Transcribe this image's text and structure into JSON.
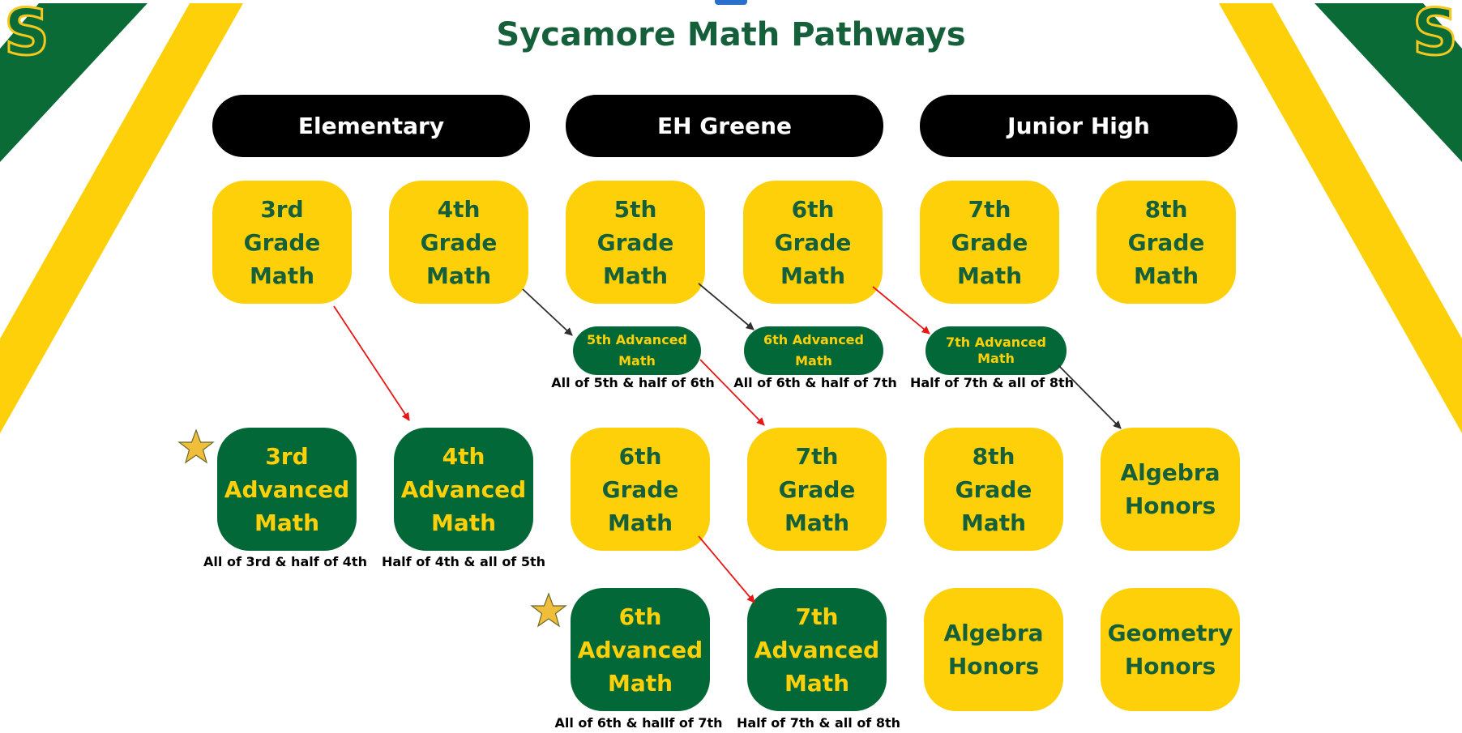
{
  "title": "Sycamore Math Pathways",
  "logo": {
    "letter": "S"
  },
  "colors": {
    "green": "#036837",
    "yellow": "#fed009",
    "header_bg": "#000000",
    "arrow_red": "#e81616",
    "arrow_dark": "#303030"
  },
  "headers": {
    "elementary": "Elementary",
    "eh_greene": "EH Greene",
    "junior_high": "Junior High"
  },
  "row1": {
    "g3": "3rd Grade Math",
    "g4": "4th Grade Math",
    "g5": "5th Grade Math",
    "g6": "6th Grade Math",
    "g7": "7th Grade Math",
    "g8": "8th Grade Math"
  },
  "pills": {
    "adv5": "5th Advanced Math",
    "adv6": "6th Advanced Math",
    "adv7": "7th Advanced Math"
  },
  "pill_notes": {
    "adv5": "All of 5th & half of 6th",
    "adv6": "All of 6th & half of 7th",
    "adv7": "Half of 7th & all of 8th"
  },
  "row2": {
    "adv3": "3rd Advanced Math",
    "adv4": "4th Advanced Math",
    "g6": "6th Grade Math",
    "g7": "7th Grade Math",
    "g8": "8th Grade Math",
    "alg": "Algebra Honors"
  },
  "row2_notes": {
    "adv3": "All of 3rd & half of 4th",
    "adv4": "Half of 4th  & all of 5th"
  },
  "row3": {
    "adv6": "6th Advanced Math",
    "adv7": "7th Advanced Math",
    "alg": "Algebra Honors",
    "geo": "Geometry Honors"
  },
  "row3_notes": {
    "adv6": "All of 6th & hallf of 7th",
    "adv7": "Half of 7th & all of 8th"
  }
}
